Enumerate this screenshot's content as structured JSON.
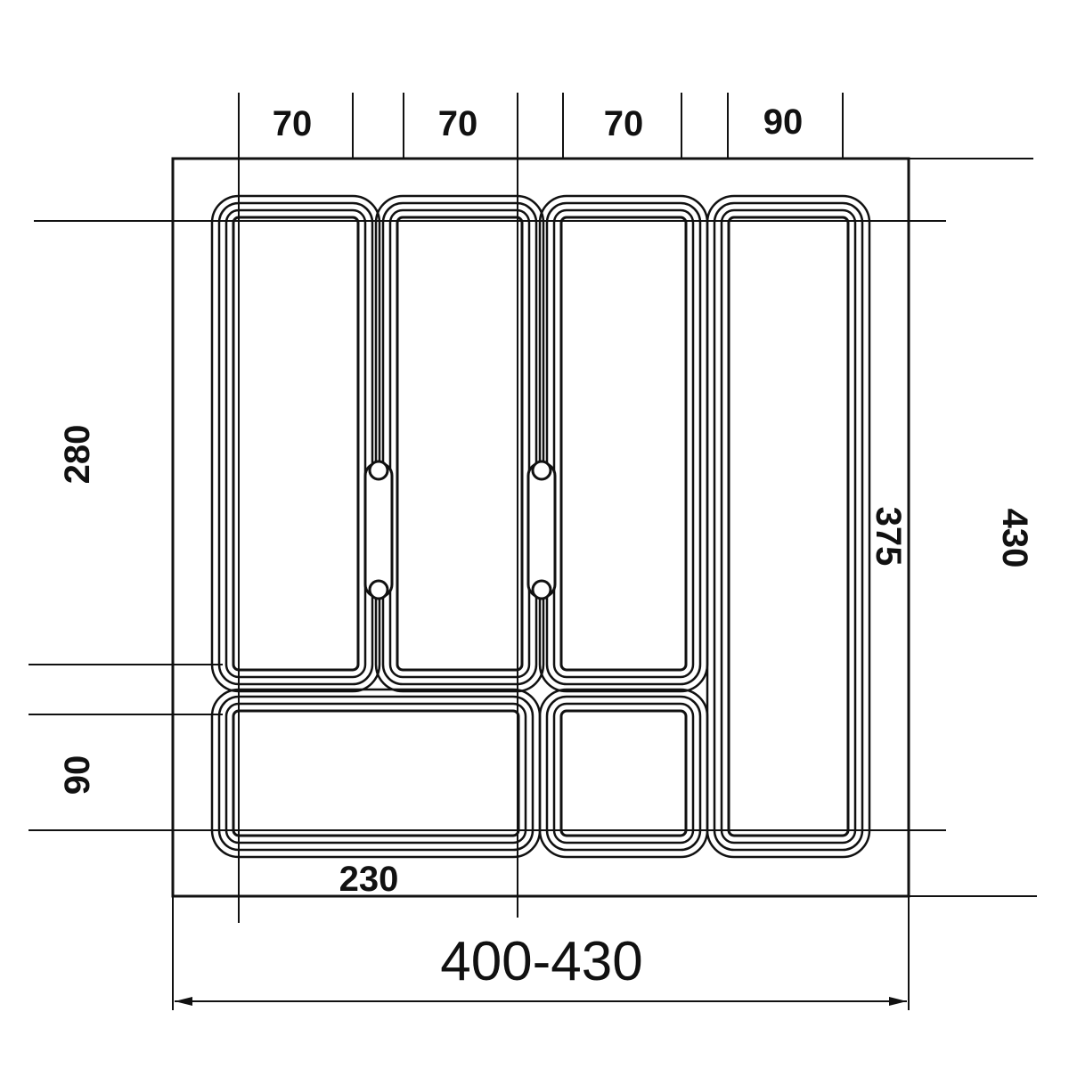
{
  "drawing": {
    "colors": {
      "line": "#111111",
      "background": "#ffffff"
    },
    "dimensions": {
      "top_widths": [
        "70",
        "70",
        "70",
        "90"
      ],
      "left_top_height": "280",
      "left_bottom_height": "90",
      "inner_height": "375",
      "outer_height": "430",
      "bottom_segment": "230",
      "overall_width": "400-430"
    }
  }
}
